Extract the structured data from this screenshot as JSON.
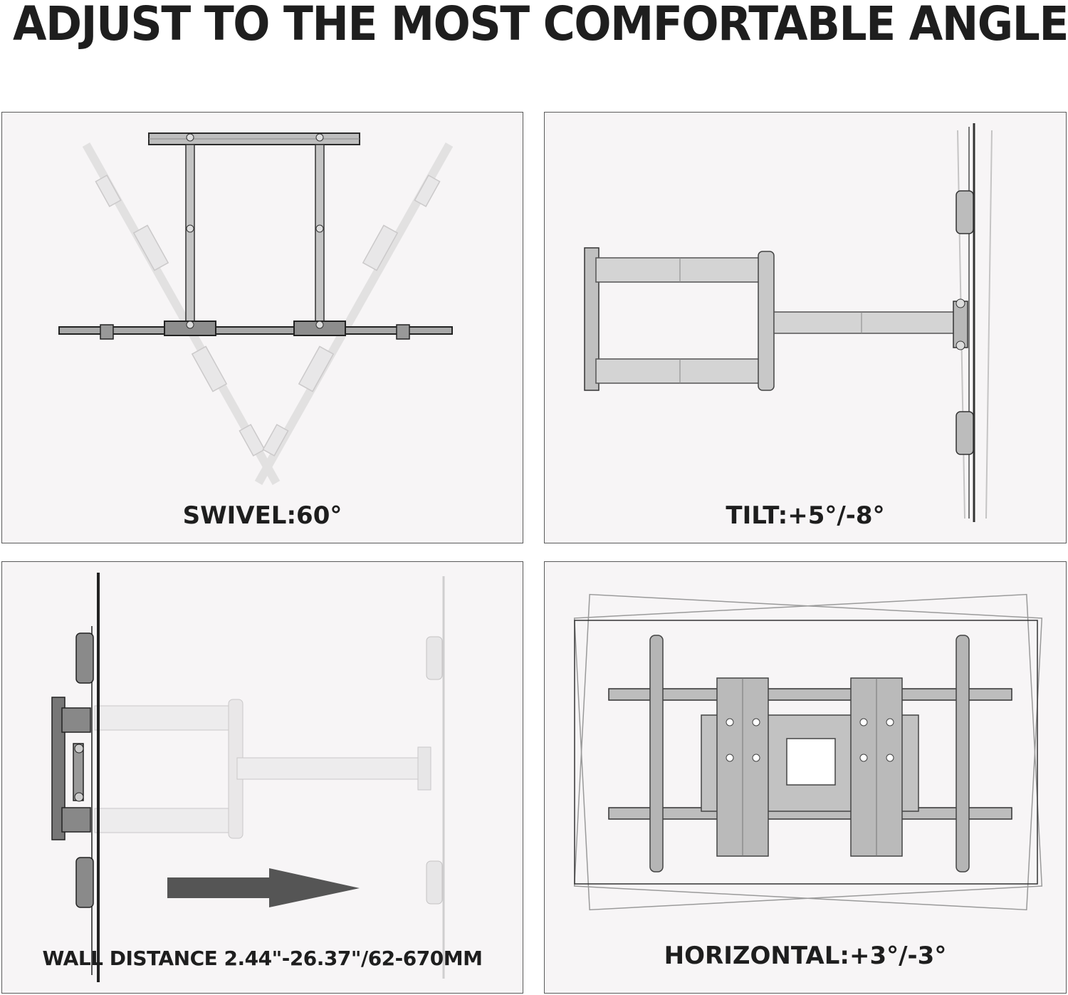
{
  "headline": "ADJUST TO THE MOST COMFORTABLE ANGLE",
  "panels": [
    {
      "id": "swivel",
      "caption": "SWIVEL:60°",
      "illustration": "tv-mount-top-view-swivel"
    },
    {
      "id": "tilt",
      "caption": "TILT:+5°/-8°",
      "illustration": "tv-mount-side-view-tilt"
    },
    {
      "id": "wall-distance",
      "caption": "WALL DISTANCE 2.44\"-26.37\"/62-670MM",
      "illustration": "tv-mount-extension-arrow"
    },
    {
      "id": "horizontal",
      "caption": "HORIZONTAL:+3°/-3°",
      "illustration": "tv-mount-front-view-level"
    }
  ],
  "colors": {
    "panel_bg": "#f7f5f6",
    "panel_border": "#5a5a5a",
    "text": "#1e1e1e",
    "metal": "#b4b4b4",
    "arrow": "#555555"
  }
}
